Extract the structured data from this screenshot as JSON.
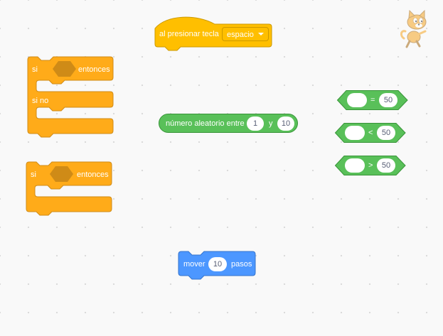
{
  "workspace": {
    "colors": {
      "events": "#ffbf00",
      "control": "#ffab19",
      "operators": "#59c059",
      "motion": "#4c97ff"
    }
  },
  "event_block": {
    "label": "al presionar tecla",
    "key_value": "espacio"
  },
  "if_else_block": {
    "if_label": "si",
    "then_label": "entonces",
    "else_label": "si no"
  },
  "if_block": {
    "if_label": "si",
    "then_label": "entonces"
  },
  "random_block": {
    "label": "número aleatorio entre",
    "from_value": "1",
    "and_label": "y",
    "to_value": "10"
  },
  "equals_block": {
    "operator": "=",
    "right_value": "50"
  },
  "less_than_block": {
    "operator": "<",
    "right_value": "50"
  },
  "greater_than_block": {
    "operator": ">",
    "right_value": "50"
  },
  "move_block": {
    "label_prefix": "mover",
    "steps_value": "10",
    "label_suffix": "pasos"
  },
  "sprite_icon": "scratch-cat-icon"
}
